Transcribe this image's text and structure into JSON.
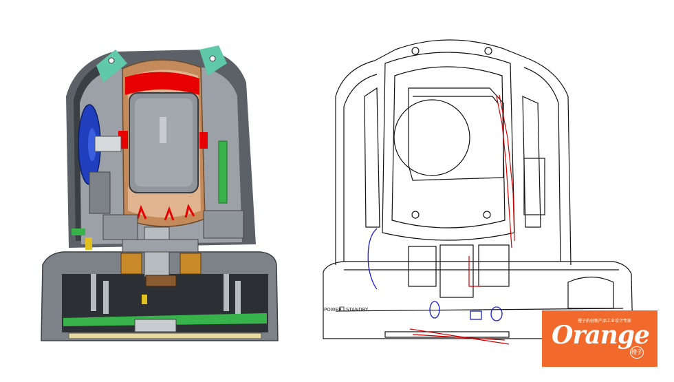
{
  "labels": {
    "power_label": "POWER",
    "standby_label": "STANDBY"
  },
  "logo": {
    "wordmark": "Orange",
    "tagline": "橙子的创新产品工业设计专家",
    "seal_char": "橙子"
  },
  "colors": {
    "brand_orange": "#f26a2b",
    "section_gray": "#8f959a",
    "section_red": "#e60000",
    "section_blue": "#1f3fbf",
    "section_green": "#38b24a",
    "section_bronze": "#c48a5a",
    "section_teal": "#5fc9a8",
    "sketch_red": "#d40000",
    "sketch_blue": "#1a1ad8"
  }
}
